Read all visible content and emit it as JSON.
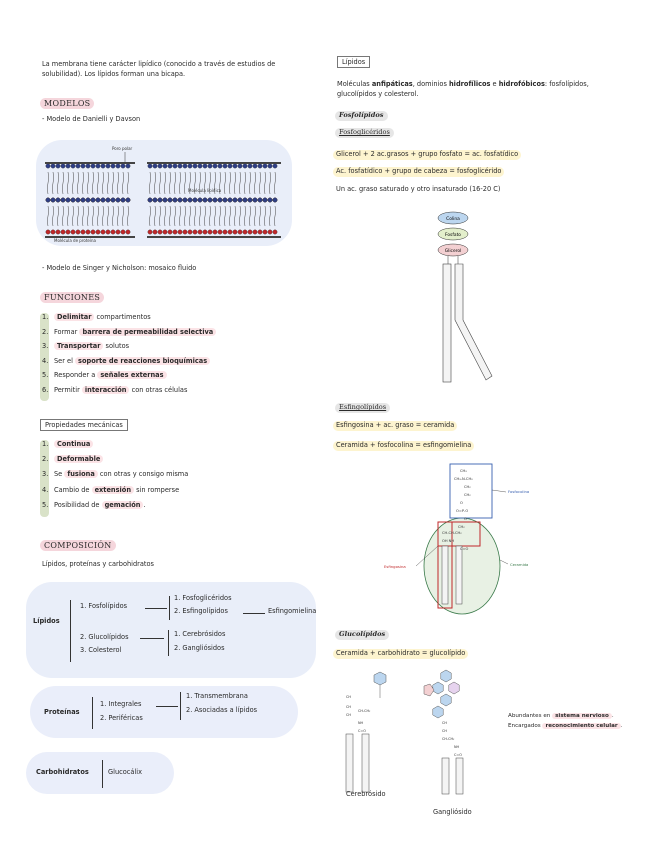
{
  "intro": {
    "line1": "La membrana tiene carácter lipídico (conocido a través de estudios de",
    "line2": "solubilidad). Los lípidos forman una bicapa."
  },
  "modelos": {
    "heading": "MODELOS",
    "item1": "- Modelo de Danielli y Davson",
    "diagram_labels": {
      "poro": "Poro polar",
      "molecula_lipidica": "Molécula lipídica",
      "molecula_proteina": "Molécula de proteína"
    },
    "item2": "- Modelo de Singer y Nicholson: mosaico fluido"
  },
  "funciones": {
    "heading": "FUNCIONES",
    "items": [
      {
        "n": "1.",
        "pre": "",
        "bold": "Delimitar",
        "post": " compartimentos"
      },
      {
        "n": "2.",
        "pre": "Formar ",
        "bold": "barrera de permeabilidad selectiva",
        "post": ""
      },
      {
        "n": "3.",
        "pre": "",
        "bold": "Transportar",
        "post": " solutos"
      },
      {
        "n": "4.",
        "pre": "Ser el ",
        "bold": "soporte de reacciones bioquímicas",
        "post": ""
      },
      {
        "n": "5.",
        "pre": "Responder a ",
        "bold": "señales externas",
        "post": ""
      },
      {
        "n": "6.",
        "pre": "Permitir ",
        "bold": "interacción",
        "post": " con otras células"
      }
    ]
  },
  "propiedades": {
    "heading": "Propiedades mecánicas",
    "items": [
      {
        "n": "1.",
        "pre": "",
        "bold": "Continua",
        "post": ""
      },
      {
        "n": "2.",
        "pre": "",
        "bold": "Deformable",
        "post": ""
      },
      {
        "n": "3.",
        "pre": "Se ",
        "bold": "fusiona",
        "post": " con otras y consigo misma"
      },
      {
        "n": "4.",
        "pre": "Cambio de ",
        "bold": "extensión",
        "post": " sin romperse"
      },
      {
        "n": "5.",
        "pre": "Posibilidad de ",
        "bold": "gemación",
        "post": "."
      }
    ]
  },
  "composicion": {
    "heading": "COMPOSICIÓN",
    "sub": "Lípidos, proteínas y carbohidratos",
    "lipidos": {
      "label": "Lípidos",
      "a1": "1.   Fosfolípidos",
      "a2": "2.  Glucolípidos",
      "a3": "3.  Colesterol",
      "b1": "1.   Fosfoglicéridos",
      "b2": "2.  Esfingolípidos",
      "b3": "Esfingomielina",
      "c1": "1.    Cerebrósidos",
      "c2": "2.  Gangliósidos"
    },
    "proteinas": {
      "label": "Proteínas",
      "a1": "1.    Integrales",
      "a2": "2.   Periféricas",
      "b1": "1.    Transmembrana",
      "b2": "2.   Asociadas a lípidos"
    },
    "carbohidratos": {
      "label": "Carbohidratos",
      "value": "Glucocálix"
    }
  },
  "lipidos_col": {
    "title": "Lípidos",
    "line1_pre": "Moléculas ",
    "line1_b1": "anfipáticas",
    "line1_mid": ", dominios ",
    "line1_b2": "hidrofílicos",
    "line1_and": " e ",
    "line1_b3": "hidrofóbicos",
    "line1_post": ": fosfolípidos,",
    "line2": "glucolípidos y colesterol.",
    "fosfolipidos": "Fosfolípidos",
    "fosfogliceridos": "Fosfoglicéridos",
    "fg1": "Glicerol + 2 ac.grasos + grupo fosfato = ac. fosfatídico",
    "fg2": "Ac. fosfatídico + grupo de cabeza = fosfoglicérido",
    "fg3": "Un ac. graso saturado y otro insaturado (16-20 C)",
    "diag1_labels": {
      "colina": "Colina",
      "fosfato": "Fosfato",
      "glicerol": "Glicerol"
    },
    "esfingolipidos": "Esfingolípidos",
    "es1": "Esfingosina + ac. graso = ceramida",
    "es2": "Ceramida + fosfocolina = esfingomielina",
    "diag2_labels": {
      "fosfocolina": "Fosfocolina",
      "esfingosina": "Esfingosina",
      "ceramida": "Ceramida"
    },
    "glucolipidos": "Glucolípidos",
    "gl1": "Ceramida + carbohidrato = glucolípido",
    "cerebrosido": "Cerebrósido",
    "gangliosido": "Gangliósido",
    "note1_pre": "Abundantes en ",
    "note1_b": "sistema nervioso",
    "note1_post": ".",
    "note2_pre": "Encargados ",
    "note2_b": "reconocimiento celular",
    "note2_post": "."
  },
  "colors": {
    "pink": "#f5d6dc",
    "yellow": "#fdf4cf",
    "green": "#dfe6d6",
    "blue_blob": "#e9eef9"
  }
}
